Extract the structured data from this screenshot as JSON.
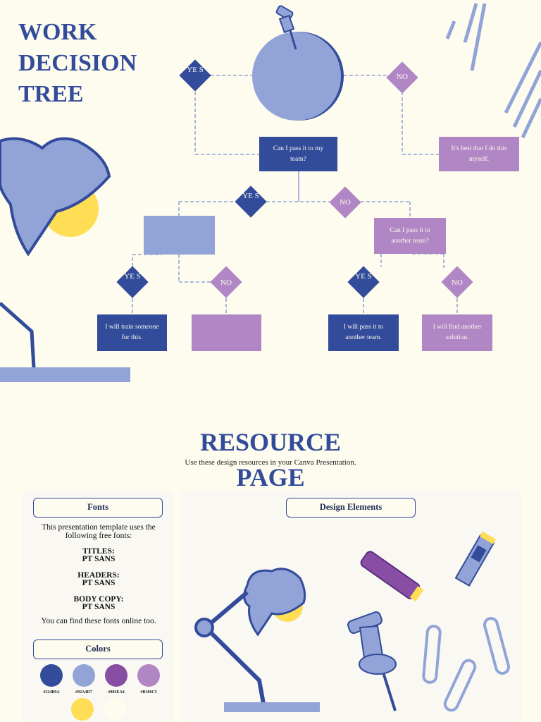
{
  "title_lines": [
    "WORK",
    "DECISION",
    "TREE"
  ],
  "tree": {
    "root_question": "Can I pass it to my team?",
    "top_yes": "YE S",
    "top_no": "NO",
    "top_no_result": "It's best that I do this myself.",
    "mid_yes": "YE S",
    "mid_no": "NO",
    "mid_no_question": "Can I pass it to another team?",
    "left_yes": "YE S",
    "left_no": "NO",
    "right_yes": "YE S",
    "right_no": "NO",
    "leaf_train": "I will train someone for this.",
    "leaf_pass": "I will pass it to another team.",
    "leaf_find": "I will find another solution."
  },
  "resource": {
    "title": "RESOURCE PAGE",
    "subtitle": "Use these design resources in your Canva Presentation."
  },
  "fonts_panel": {
    "heading": "Fonts",
    "intro": "This presentation template uses the following free fonts:",
    "titles_label": "TITLES:",
    "titles_font": "PT SANS",
    "headers_label": "HEADERS:",
    "headers_font": "PT SANS",
    "body_label": "BODY COPY:",
    "body_font": "PT SANS",
    "note": "You can find these fonts online too."
  },
  "colors_panel": {
    "heading": "Colors",
    "swatches": [
      {
        "hex": "#324B9A",
        "label": "#324B9A"
      },
      {
        "hex": "#92A4D7",
        "label": "#92A4D7"
      },
      {
        "hex": "#884EA4",
        "label": "#884EA4"
      },
      {
        "hex": "#B186C5",
        "label": "#B186C5"
      },
      {
        "hex": "#FFDD55",
        "label": ""
      },
      {
        "hex": "#FDFCEE",
        "label": ""
      }
    ]
  },
  "elements_panel": {
    "heading": "Design Elements",
    "items": [
      "desk-lamp",
      "marker",
      "pencil",
      "push-pin",
      "paper-clips"
    ]
  }
}
